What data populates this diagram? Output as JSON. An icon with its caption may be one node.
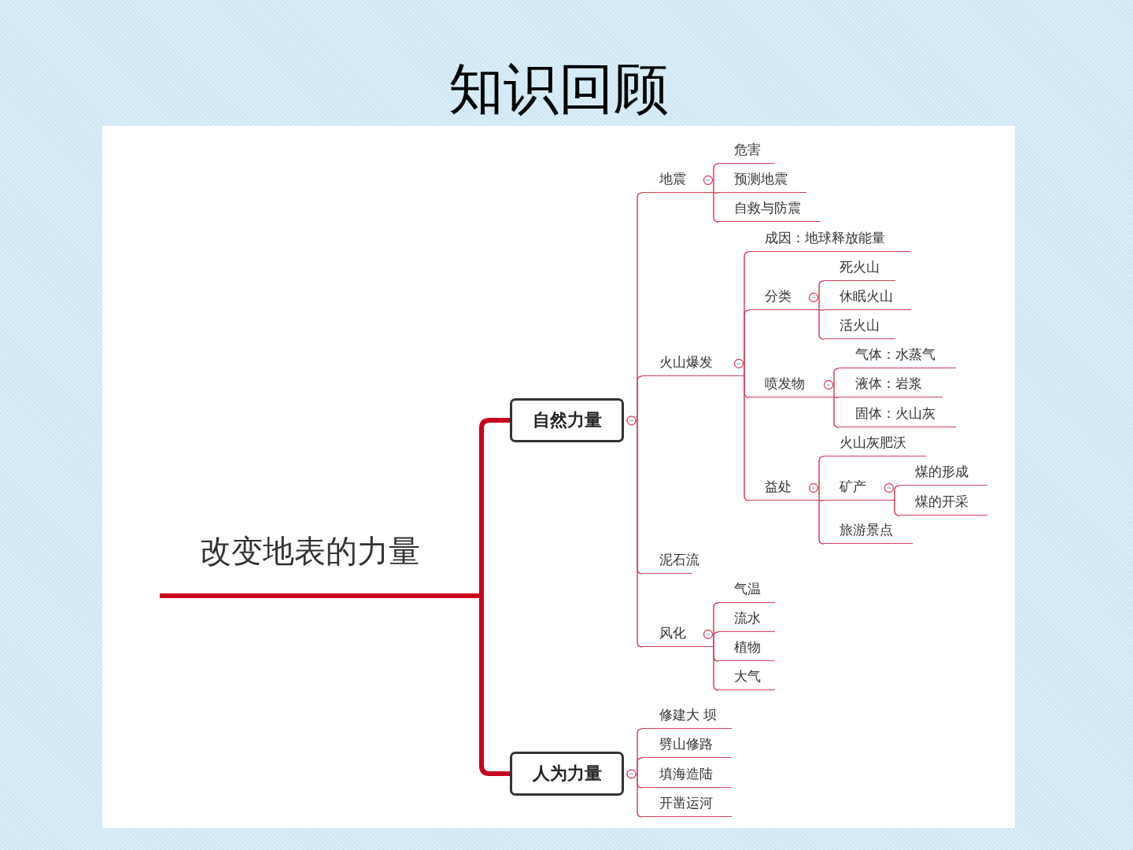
{
  "diagram": {
    "title": "知识回顾",
    "nodes": [
      {
        "text": [
          "改变地表的力量"
        ]
      },
      {
        "text": [
          "自然力量"
        ]
      },
      {
        "text": [
          "地震"
        ]
      },
      {
        "text": [
          "危害"
        ]
      },
      {
        "text": [
          "预测地震"
        ]
      },
      {
        "text": [
          "自救与防震"
        ]
      },
      {
        "text": [
          "火山爆发"
        ]
      },
      {
        "text": [
          "成因：地球释放能量"
        ]
      },
      {
        "text": [
          "分类"
        ]
      },
      {
        "text": [
          "死火山"
        ]
      },
      {
        "text": [
          "休眠火山"
        ]
      },
      {
        "text": [
          "活火山"
        ]
      },
      {
        "text": [
          "喷发物"
        ]
      },
      {
        "text": [
          "气体：水蒸气"
        ]
      },
      {
        "text": [
          "液体：岩浆"
        ]
      },
      {
        "text": [
          "固体：火山灰"
        ]
      },
      {
        "text": [
          "益处"
        ]
      },
      {
        "text": [
          "火山灰肥沃"
        ]
      },
      {
        "text": [
          "矿产"
        ]
      },
      {
        "text": [
          "煤的形成"
        ]
      },
      {
        "text": [
          "煤的开采"
        ]
      },
      {
        "text": [
          "旅游景点"
        ]
      },
      {
        "text": [
          "泥石流"
        ]
      },
      {
        "text": [
          "风化"
        ]
      },
      {
        "text": [
          "气温"
        ]
      },
      {
        "text": [
          "流水"
        ]
      },
      {
        "text": [
          "植物"
        ]
      },
      {
        "text": [
          "大气"
        ]
      },
      {
        "text": [
          "人为力量"
        ]
      },
      {
        "text": [
          "修建大 坝"
        ]
      },
      {
        "text": [
          "劈山修路"
        ]
      },
      {
        "text": [
          "填海造陆"
        ]
      },
      {
        "text": [
          "开凿运河"
        ]
      }
    ],
    "edges": [
      {
        "from": 0,
        "to": 1,
        "arrow": "none",
        "style": "thick"
      },
      {
        "from": 1,
        "to": 2,
        "arrow": "none"
      },
      {
        "from": 2,
        "to": 3,
        "arrow": "none"
      },
      {
        "from": 2,
        "to": 4,
        "arrow": "none"
      },
      {
        "from": 2,
        "to": 5,
        "arrow": "none"
      },
      {
        "from": 1,
        "to": 6,
        "arrow": "none"
      },
      {
        "from": 6,
        "to": 7,
        "arrow": "none"
      },
      {
        "from": 6,
        "to": 8,
        "arrow": "none"
      },
      {
        "from": 8,
        "to": 9,
        "arrow": "none"
      },
      {
        "from": 8,
        "to": 10,
        "arrow": "none"
      },
      {
        "from": 8,
        "to": 11,
        "arrow": "none"
      },
      {
        "from": 6,
        "to": 12,
        "arrow": "none"
      },
      {
        "from": 12,
        "to": 13,
        "arrow": "none"
      },
      {
        "from": 12,
        "to": 14,
        "arrow": "none"
      },
      {
        "from": 12,
        "to": 15,
        "arrow": "none"
      },
      {
        "from": 6,
        "to": 16,
        "arrow": "none"
      },
      {
        "from": 16,
        "to": 17,
        "arrow": "none"
      },
      {
        "from": 16,
        "to": 18,
        "arrow": "none"
      },
      {
        "from": 18,
        "to": 19,
        "arrow": "none"
      },
      {
        "from": 18,
        "to": 20,
        "arrow": "none"
      },
      {
        "from": 16,
        "to": 21,
        "arrow": "none"
      },
      {
        "from": 1,
        "to": 22,
        "arrow": "none"
      },
      {
        "from": 1,
        "to": 23,
        "arrow": "none"
      },
      {
        "from": 23,
        "to": 24,
        "arrow": "none"
      },
      {
        "from": 23,
        "to": 25,
        "arrow": "none"
      },
      {
        "from": 23,
        "to": 26,
        "arrow": "none"
      },
      {
        "from": 23,
        "to": 27,
        "arrow": "none"
      },
      {
        "from": 0,
        "to": 28,
        "arrow": "none",
        "style": "thick"
      },
      {
        "from": 28,
        "to": 29,
        "arrow": "none"
      },
      {
        "from": 28,
        "to": 30,
        "arrow": "none"
      },
      {
        "from": 28,
        "to": 31,
        "arrow": "none"
      },
      {
        "from": 28,
        "to": 32,
        "arrow": "none"
      }
    ]
  }
}
